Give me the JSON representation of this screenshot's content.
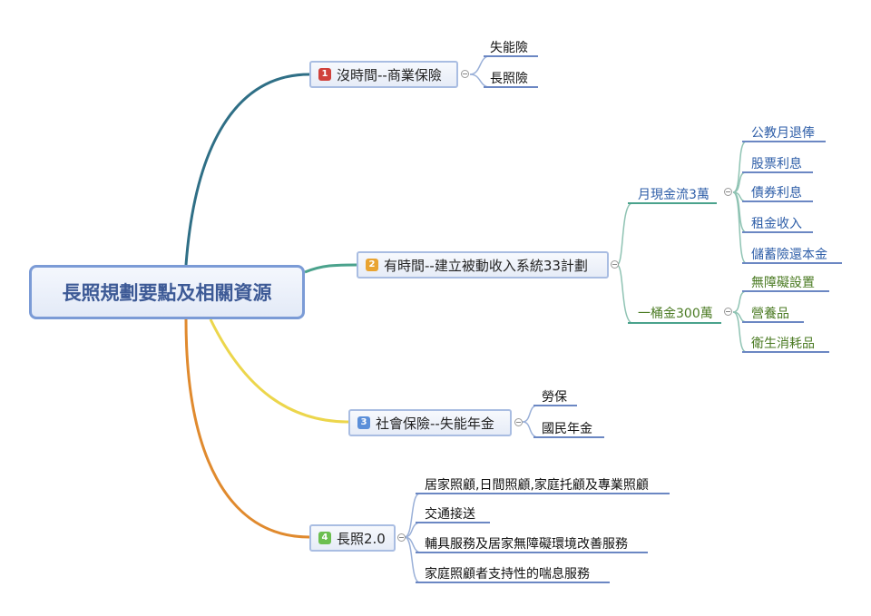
{
  "root": "長照規劃要點及相關資源",
  "branches": [
    {
      "num": "1",
      "color": "#d0413b",
      "label": "沒時間--商業保險",
      "children": [
        "失能險",
        "長照險"
      ]
    },
    {
      "num": "2",
      "color": "#e9a431",
      "label": "有時間--建立被動收入系統33計劃",
      "sub": [
        {
          "label": "月現金流3萬",
          "children": [
            "公教月退俸",
            "股票利息",
            "債券利息",
            "租金收入",
            "儲蓄險還本金"
          ]
        },
        {
          "label": "一桶金300萬",
          "children": [
            "無障礙設置",
            "營養品",
            "衛生消耗品"
          ]
        }
      ]
    },
    {
      "num": "3",
      "color": "#5b8fd9",
      "label": "社會保險--失能年金",
      "children": [
        "勞保",
        "國民年金"
      ]
    },
    {
      "num": "4",
      "color": "#6cbf50",
      "label": "長照2.0",
      "children": [
        "居家照顧,日間照顧,家庭托顧及專業照顧",
        "交通接送",
        "輔具服務及居家無障礙環境改善服務",
        "家庭照顧者支持性的喘息服務"
      ]
    }
  ]
}
